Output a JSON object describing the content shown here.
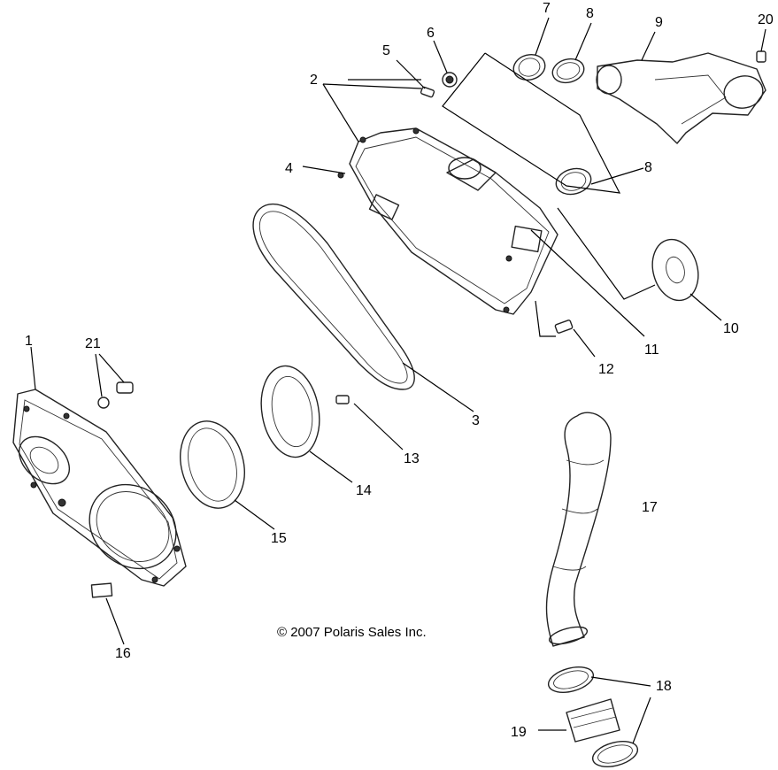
{
  "copyright": "© 2007 Polaris Sales Inc.",
  "callouts": {
    "c1": "1",
    "c2": "2",
    "c3": "3",
    "c4": "4",
    "c5": "5",
    "c6": "6",
    "c7": "7",
    "c8a": "8",
    "c8b": "8",
    "c9": "9",
    "c10": "10",
    "c11": "11",
    "c12": "12",
    "c13": "13",
    "c14": "14",
    "c15": "15",
    "c16": "16",
    "c17": "17",
    "c18": "18",
    "c19": "19",
    "c20": "20",
    "c21": "21"
  }
}
